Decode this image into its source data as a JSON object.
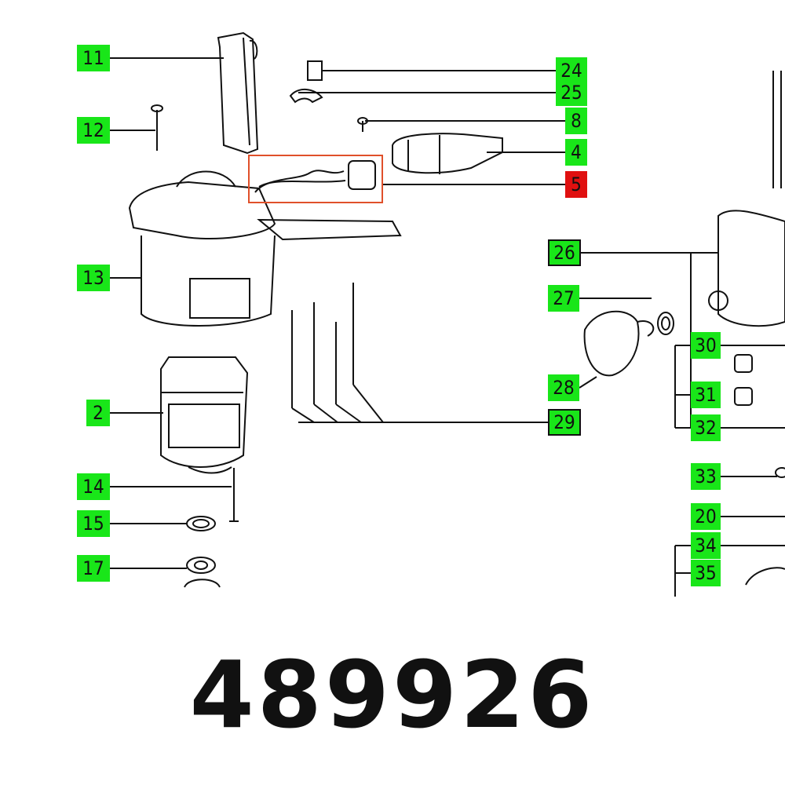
{
  "diagram": {
    "callouts": [
      {
        "id": "11",
        "label": "11"
      },
      {
        "id": "12",
        "label": "12"
      },
      {
        "id": "13",
        "label": "13"
      },
      {
        "id": "2",
        "label": "2"
      },
      {
        "id": "14",
        "label": "14"
      },
      {
        "id": "15",
        "label": "15"
      },
      {
        "id": "17",
        "label": "17"
      },
      {
        "id": "24",
        "label": "24"
      },
      {
        "id": "25",
        "label": "25"
      },
      {
        "id": "8",
        "label": "8"
      },
      {
        "id": "4",
        "label": "4"
      },
      {
        "id": "5",
        "label": "5",
        "selected": true
      },
      {
        "id": "26",
        "label": "26"
      },
      {
        "id": "27",
        "label": "27"
      },
      {
        "id": "28",
        "label": "28"
      },
      {
        "id": "29",
        "label": "29"
      },
      {
        "id": "30",
        "label": "30"
      },
      {
        "id": "31",
        "label": "31"
      },
      {
        "id": "32",
        "label": "32"
      },
      {
        "id": "33",
        "label": "33"
      },
      {
        "id": "20",
        "label": "20"
      },
      {
        "id": "34",
        "label": "34"
      },
      {
        "id": "35",
        "label": "35"
      }
    ],
    "callout_color": "#19e619",
    "selected_color": "#e01010",
    "highlight_box_color": "#e0502a"
  },
  "part_number": "489926"
}
